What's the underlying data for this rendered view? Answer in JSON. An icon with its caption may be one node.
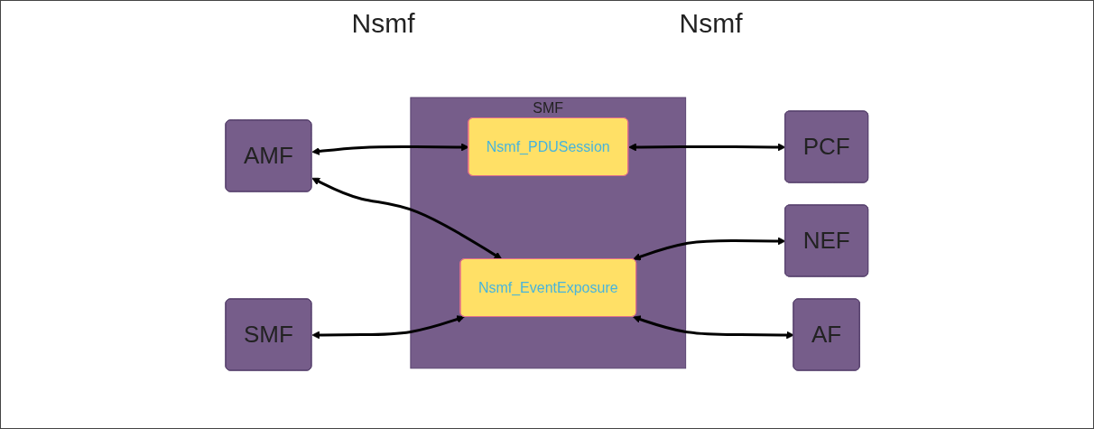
{
  "diagram": {
    "nodes": [
      {
        "text": [
          "AMF"
        ]
      },
      {
        "text": [
          "SMF"
        ]
      },
      {
        "text": [
          "SMF"
        ]
      },
      {
        "text": [
          "Nsmf_PDUSession"
        ],
        "in": 2
      },
      {
        "text": [
          "Nsmf_EventExposure"
        ],
        "in": 2
      },
      {
        "text": [
          "PCF"
        ]
      },
      {
        "text": [
          "NEF"
        ]
      },
      {
        "text": [
          "AF"
        ]
      }
    ],
    "edges": [
      {
        "from": 0,
        "to": 3,
        "arrow": "both"
      },
      {
        "from": 0,
        "to": 4,
        "arrow": "both"
      },
      {
        "from": 1,
        "to": 4,
        "arrow": "both"
      },
      {
        "from": 3,
        "to": 5,
        "arrow": "both"
      },
      {
        "from": 4,
        "to": 6,
        "arrow": "both"
      },
      {
        "from": 4,
        "to": 7,
        "arrow": "both"
      }
    ],
    "labels": [
      "Nsmf",
      "Nsmf"
    ]
  }
}
